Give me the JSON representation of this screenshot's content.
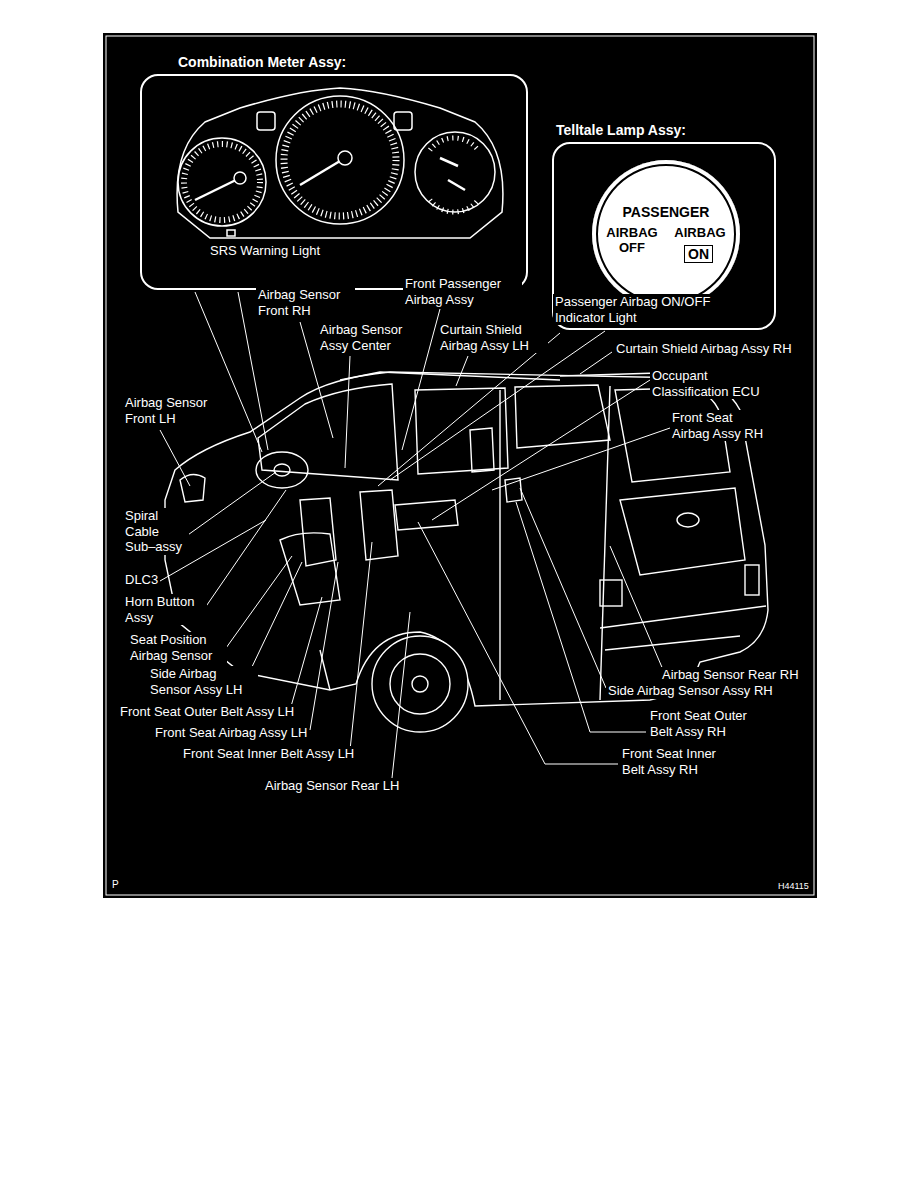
{
  "diagram": {
    "nodes": [
      {
        "text": [
          "Combination Meter Assy:"
        ]
      },
      {
        "text": [
          "Telltale Lamp Assy:"
        ]
      },
      {
        "text": [
          "PASSENGER",
          "AIRBAG OFF",
          "AIRBAG"
        ],
        "in": 1
      },
      {
        "text": [
          "ON"
        ],
        "in": 2
      }
    ],
    "labels": [
      "SRS Warning Light",
      "Airbag Sensor Front RH",
      "Front Passenger Airbag Assy",
      "Passenger Airbag ON/OFF Indicator Light",
      "Airbag Sensor Assy Center",
      "Curtain Shield Airbag Assy LH",
      "Curtain Shield Airbag Assy RH",
      "Occupant Classification ECU",
      "Front Seat Airbag Assy RH",
      "Airbag Sensor Front LH",
      "Spiral Cable Sub–assy",
      "DLC3",
      "Horn Button Assy",
      "Seat Position Airbag Sensor",
      "Side Airbag Sensor Assy LH",
      "Front Seat Outer Belt Assy LH",
      "Front Seat Airbag Assy LH",
      "Front Seat Inner Belt Assy LH",
      "Airbag Sensor Rear LH",
      "Airbag Sensor Rear RH",
      "Side Airbag Sensor Assy RH",
      "Front Seat Outer Belt Assy RH",
      "Front Seat Inner Belt Assy RH",
      "P",
      "H44115"
    ]
  }
}
